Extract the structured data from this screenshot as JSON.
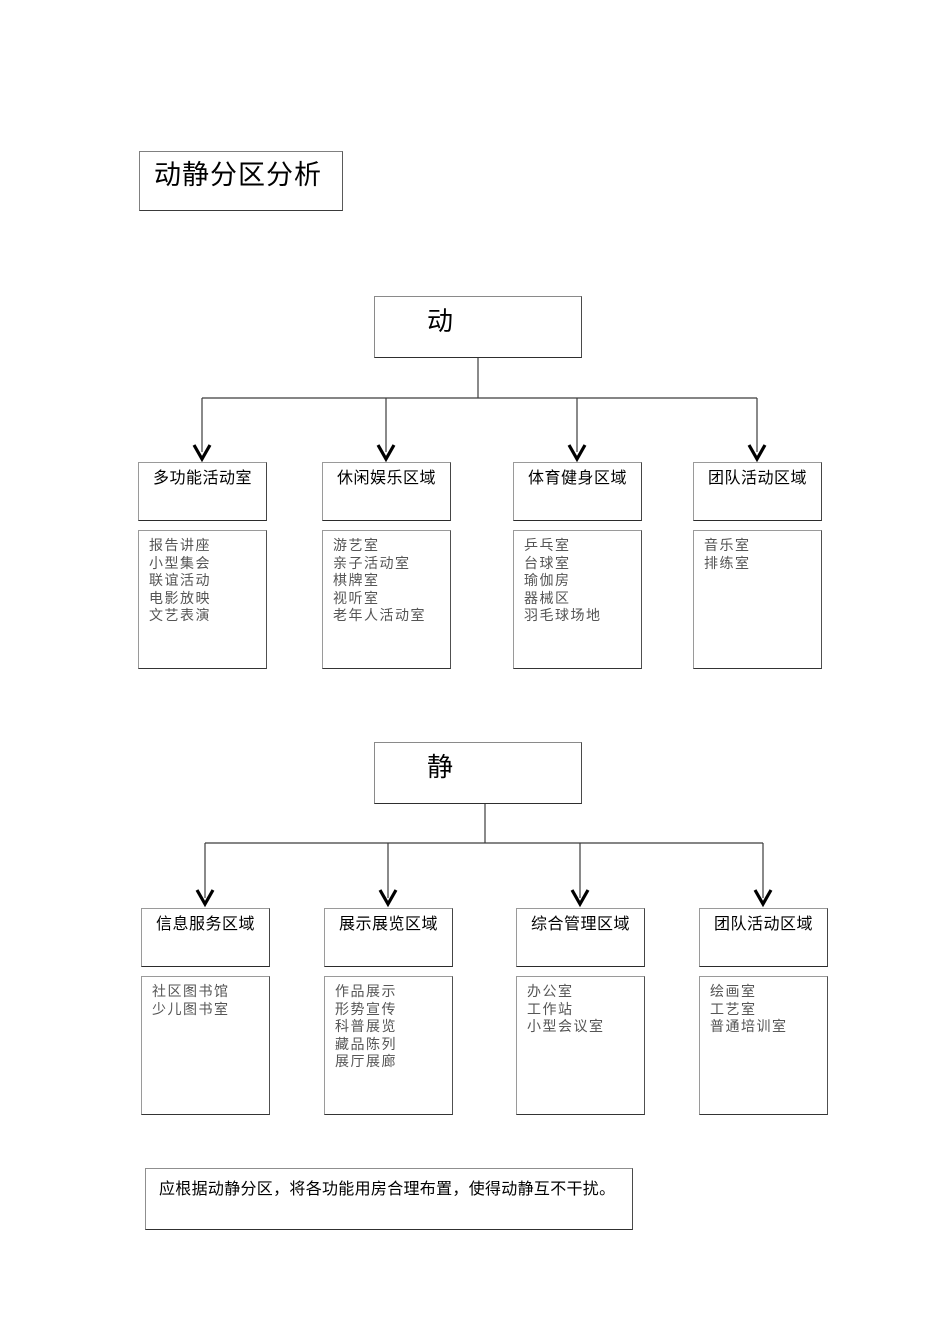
{
  "title": {
    "text": "动静分区分析"
  },
  "sections": [
    {
      "id": "dong",
      "root_label": "动",
      "columns": [
        {
          "header": "多功能活动室",
          "items": [
            "报告讲座",
            "小型集会",
            "联谊活动",
            "电影放映",
            "文艺表演"
          ]
        },
        {
          "header": "休闲娱乐区域",
          "items": [
            "游艺室",
            "亲子活动室",
            "棋牌室",
            "视听室",
            "老年人活动室"
          ]
        },
        {
          "header": "体育健身区域",
          "items": [
            "乒乓室",
            "台球室",
            "瑜伽房",
            "器械区",
            "羽毛球场地"
          ]
        },
        {
          "header": "团队活动区域",
          "items": [
            "音乐室",
            "排练室"
          ]
        }
      ]
    },
    {
      "id": "jing",
      "root_label": "静",
      "columns": [
        {
          "header": "信息服务区域",
          "items": [
            "社区图书馆",
            "少儿图书室"
          ]
        },
        {
          "header": "展示展览区域",
          "items": [
            "作品展示",
            "形势宣传",
            "科普展览",
            "藏品陈列",
            "展厅展廊"
          ]
        },
        {
          "header": "综合管理区域",
          "items": [
            "办公室",
            "工作站",
            "小型会议室"
          ]
        },
        {
          "header": "团队活动区域",
          "items": [
            "绘画室",
            "工艺室",
            "普通培训室"
          ]
        }
      ]
    }
  ],
  "note": {
    "text": "应根据动静分区，将各功能用房合理布置，使得动静互不干扰。"
  },
  "colors": {
    "background": "#ffffff",
    "text": "#000000",
    "list_text": "#555555",
    "border": "#8a8a8a",
    "connector": "#3c3c3c",
    "arrow": "#000000"
  }
}
